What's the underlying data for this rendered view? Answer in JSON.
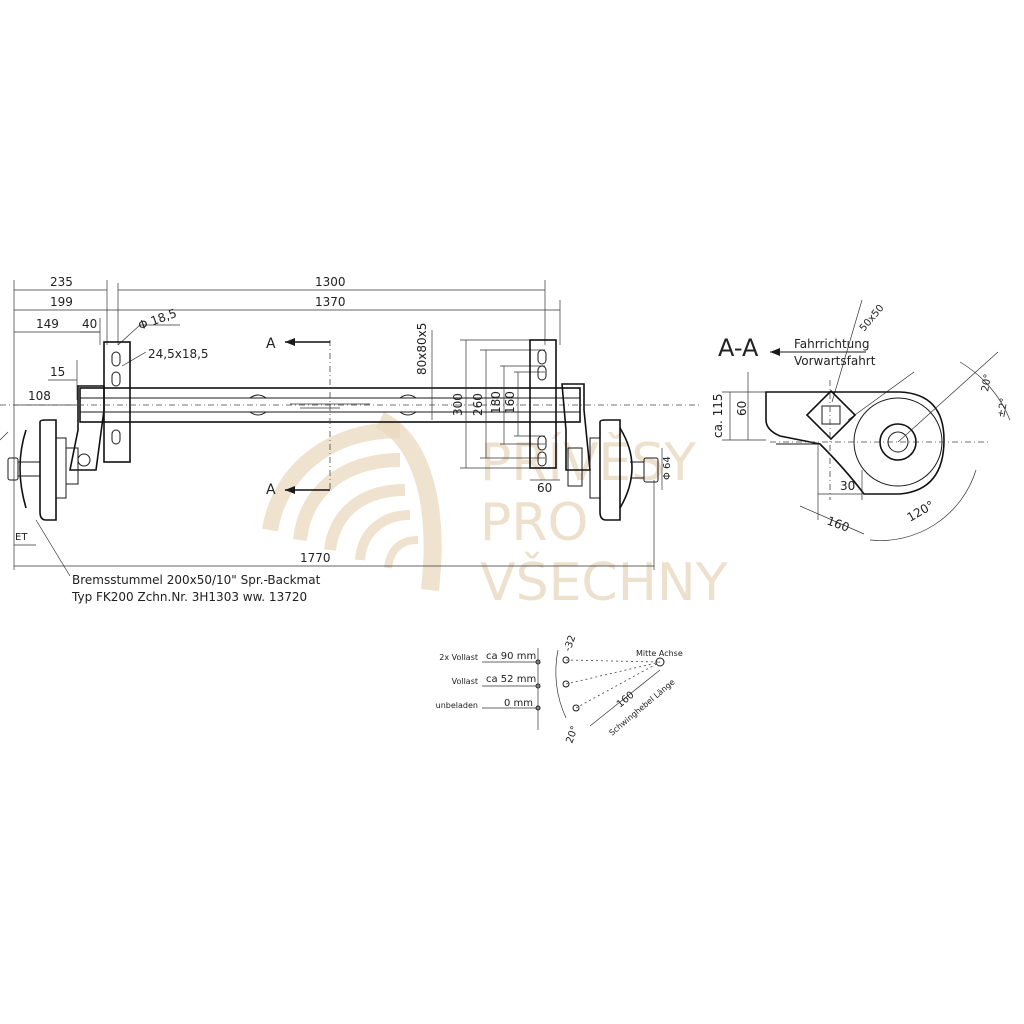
{
  "watermark": {
    "line1": "PRÍVĚSY",
    "line2": "PRO",
    "line3": "VŠECHNY"
  },
  "front_view": {
    "dimensions": {
      "d235": "235",
      "d1300": "1300",
      "d199": "199",
      "d1370": "1370",
      "d149": "149",
      "d40": "40",
      "d15": "15",
      "d108": "108",
      "d1770": "1770",
      "d60": "60",
      "d300": "300",
      "d260": "260",
      "d180": "180",
      "d160": "160",
      "tube": "80x80x5",
      "hole_dia": "Φ 18,5",
      "slot": "24,5x18,5",
      "stub_dia": "Φ 64",
      "et": "ET"
    },
    "section_marks": {
      "a_top": "A",
      "a_bottom": "A"
    },
    "notes": {
      "line1": "Bremsstummel 200x50/10\" Spr.-Backmat",
      "line2": "Typ FK200 Zchn.Nr. 3H1303 ww. 13720"
    }
  },
  "section_view": {
    "title": "A-A",
    "direction_line1": "Fahrrichtung",
    "direction_line2": "Vorwartsfahrt",
    "dimensions": {
      "d50x50": "50x50",
      "d60": "60",
      "ca115": "ca. 115",
      "d30": "30",
      "d160": "160",
      "a20": "20°",
      "a2": "±2°",
      "a120": "120°"
    }
  },
  "load_diagram": {
    "rows": [
      {
        "label": "2x Vollast",
        "value": "ca 90 mm"
      },
      {
        "label": "Vollast",
        "value": "ca 52 mm"
      },
      {
        "label": "unbeladen",
        "value": "0 mm"
      }
    ],
    "center_label": "Mitte Achse",
    "arm_length": "160",
    "arm_label": "Schwinghebel Länge",
    "angle_top": "-32",
    "angle_bottom": "20°"
  }
}
